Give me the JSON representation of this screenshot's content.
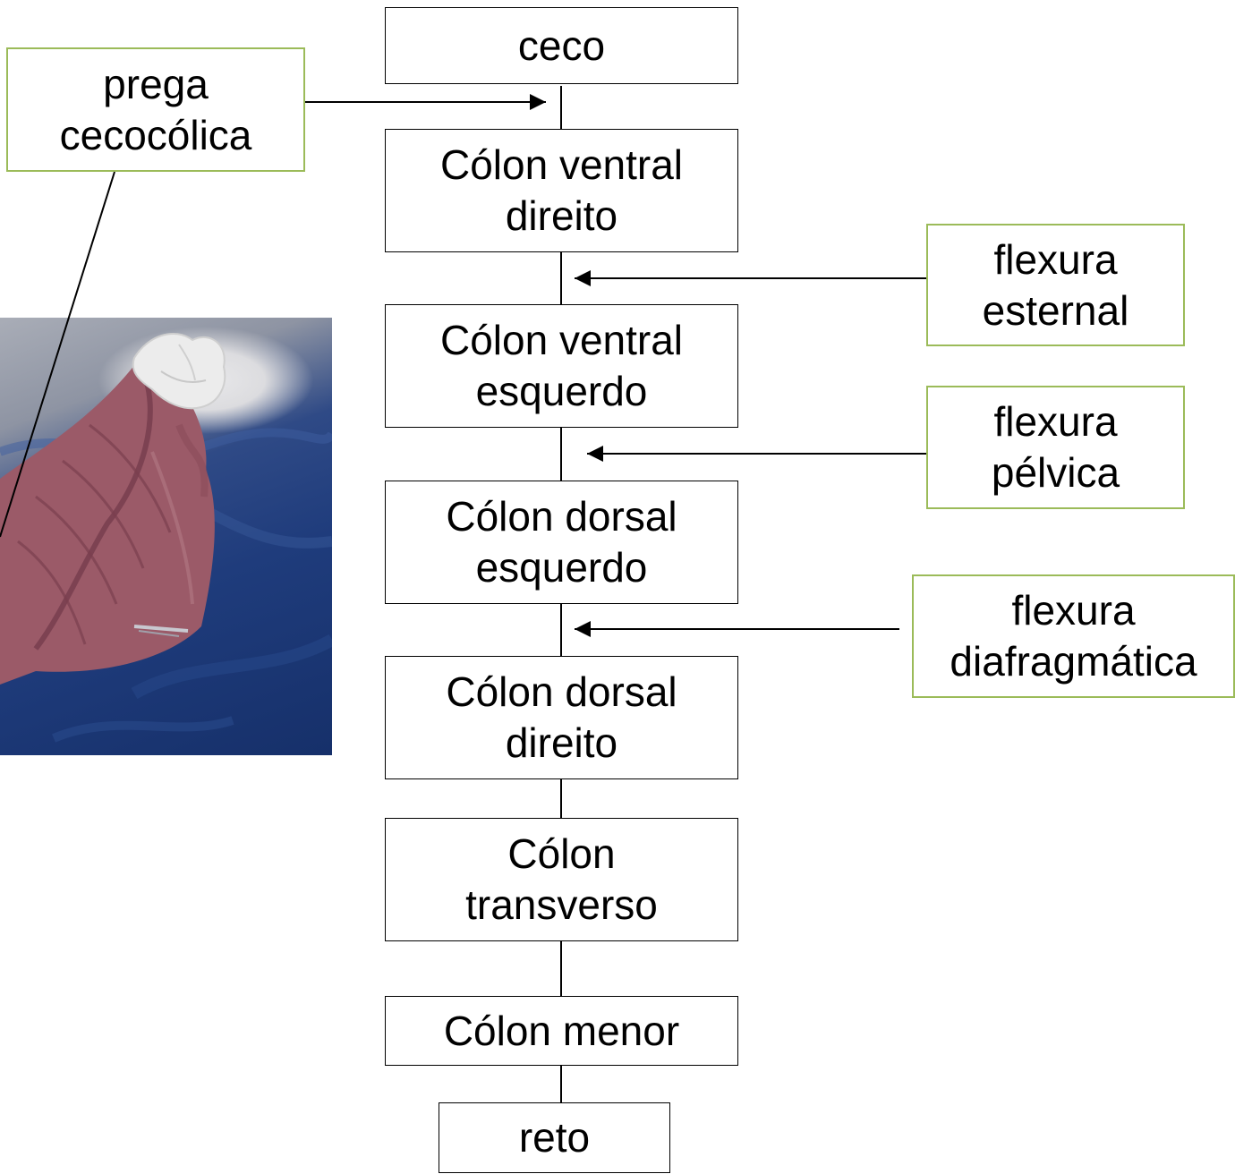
{
  "diagram": {
    "chain": [
      {
        "id": "ceco",
        "label": "ceco"
      },
      {
        "id": "colon-ventral-direito",
        "label": "Cólon ventral\ndireito"
      },
      {
        "id": "colon-ventral-esquerdo",
        "label": "Cólon ventral\nesquerdo"
      },
      {
        "id": "colon-dorsal-esquerdo",
        "label": "Cólon dorsal\nesquerdo"
      },
      {
        "id": "colon-dorsal-direito",
        "label": "Cólon dorsal\ndireito"
      },
      {
        "id": "colon-transverso",
        "label": "Cólon\ntransverso"
      },
      {
        "id": "colon-menor",
        "label": "Cólon menor"
      },
      {
        "id": "reto",
        "label": "reto"
      }
    ],
    "annotations": [
      {
        "id": "prega-cecocolica",
        "label": "prega\ncecocólica"
      },
      {
        "id": "flexura-esternal",
        "label": "flexura\nesternal"
      },
      {
        "id": "flexura-pelvica",
        "label": "flexura\npélvica"
      },
      {
        "id": "flexura-diafragmatica",
        "label": "flexura\ndiafragmática"
      }
    ],
    "colors": {
      "annotation_border": "#9bbb59",
      "box_border": "#000000",
      "line": "#000000"
    }
  }
}
